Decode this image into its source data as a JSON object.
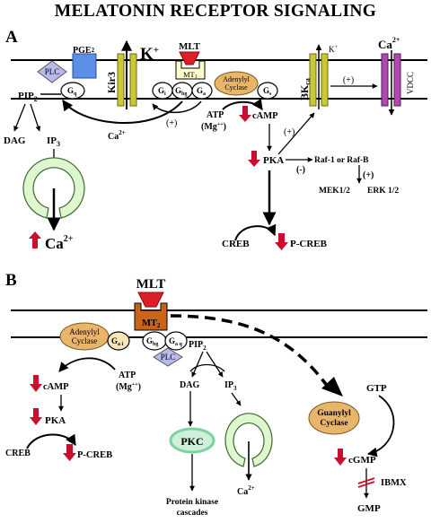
{
  "title": "MELATONIN RECEPTOR SIGNALING",
  "panel_a": {
    "label": "A",
    "mlt": "MLT",
    "mt1": "MT",
    "mt1_sub": "1",
    "pge": "PGE",
    "pge_sub": "2",
    "plc": "PLC",
    "gq": "G",
    "gq_sub": "q",
    "pip2": "PIP",
    "pip2_sub": "2",
    "kir3": "Kir3",
    "kplus_big": "K",
    "kplus_big_sup": "+",
    "gi": "G",
    "gi_sub": "i",
    "gbg": "G",
    "gbg_sub": "bg",
    "ga": "G",
    "ga_sub": "a",
    "adenylyl_cyclase": [
      "Adenylyl",
      "Cyclase"
    ],
    "gs": "G",
    "gs_sub": "s",
    "bk_kplus": "K",
    "bk_kplus_sup": "+",
    "bk": "BK",
    "bk_sub": "ca",
    "ca_top": "Ca",
    "ca_top_sup": "2+",
    "vdcc": "VDCC",
    "plus1": "(+)",
    "plus2": "(+)",
    "plus3": "(+)",
    "plus4": "(+)",
    "minus": "(-)",
    "dag": "DAG",
    "ip3": "IP",
    "ip3_sub": "3",
    "ca_mid": "Ca",
    "ca_mid_sup": "2+",
    "atp": "ATP",
    "mg": "(Mg",
    "mg_sup": "++",
    "mg_close": ")",
    "camp": "cAMP",
    "pka": "PKA",
    "raf": "Raf-1 or Raf-B",
    "mek": "MEK1/2",
    "erk": "ERK 1/2",
    "creb": "CREB",
    "pcreb": "P-CREB",
    "ca_big": "Ca",
    "ca_big_sup": "2+"
  },
  "panel_b": {
    "label": "B",
    "mlt": "MLT",
    "mt2": "MT",
    "mt2_sub": "2",
    "adenylyl_cyclase": [
      "Adenylyl",
      "Cyclase"
    ],
    "gai": "G",
    "gai_sub": "a i",
    "gbg": "G",
    "gbg_sub": "bg",
    "gaq": "G",
    "gaq_sub": "a q",
    "plc": "PLC",
    "pip2": "PIP",
    "pip2_sub": "2",
    "atp": "ATP",
    "mg": "(Mg",
    "mg_sup": "++",
    "mg_close": ")",
    "camp": "cAMP",
    "pka": "PKA",
    "creb": "CREB",
    "pcreb": "P-CREB",
    "dag": "DAG",
    "ip3": "IP",
    "ip3_sub": "3",
    "pkc": "PKC",
    "protein_kinase": [
      "Protein kinase",
      "cascades"
    ],
    "ca": "Ca",
    "ca_sup": "2+",
    "guanylyl_cyclase": [
      "Guanylyl",
      "Cyclase"
    ],
    "gtp": "GTP",
    "cgmp": "cGMP",
    "ibmx": "IBMX",
    "gmp": "GMP"
  },
  "colors": {
    "red_arrow": "#c8102e",
    "receptor_red": "#dd1f26",
    "mt1_fill": "#ffffcc",
    "mt2_fill": "#c8651b",
    "pge_fill": "#5b8fe6",
    "plc_fill": "#b9b9ee",
    "adenylyl_fill": "#e8b56a",
    "kir_fill": "#c9c836",
    "vdcc_fill": "#b04ab0",
    "er_fill": "#dff7cf",
    "pkc_fill": "#ccf0d8"
  }
}
